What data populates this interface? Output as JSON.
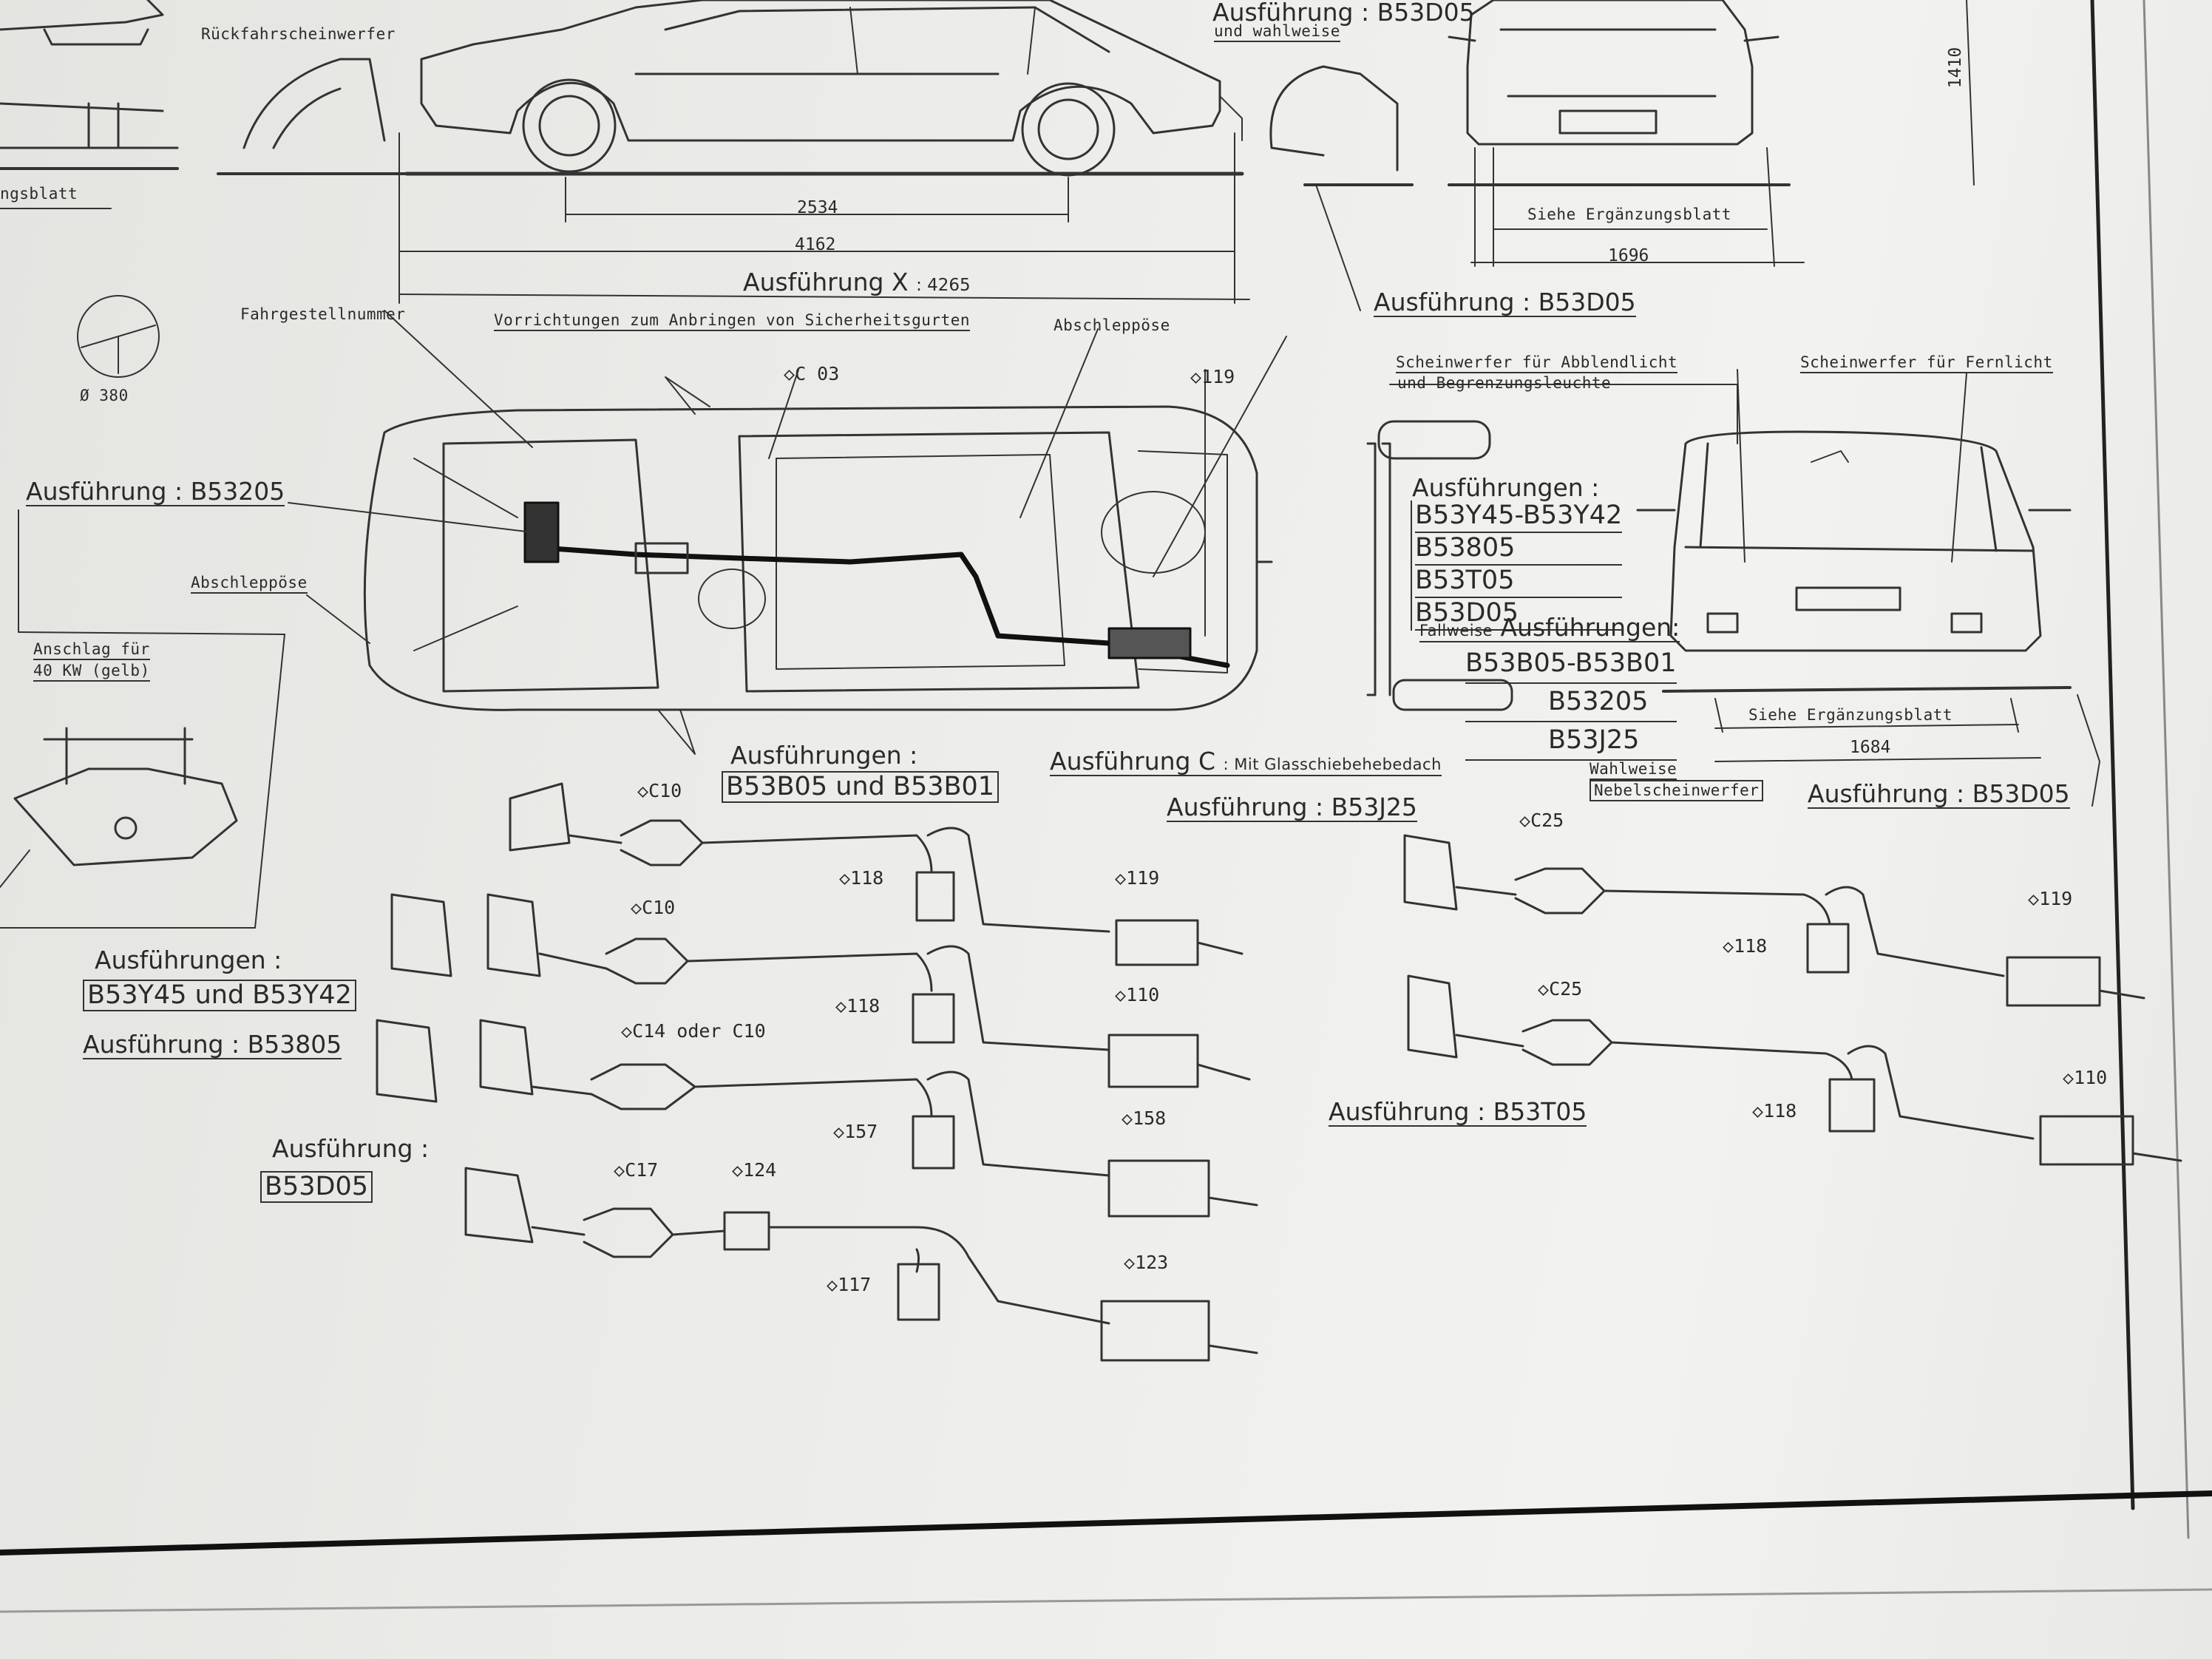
{
  "labels": {
    "rueckfahr": "Rückfahrscheinwerfer",
    "blatt_left": "ngsblatt",
    "top_ausf": "Ausführung",
    "top_sep": ":",
    "top_code": "B53D05",
    "top_wahlweise": "und wahlweise",
    "dim_1410": "1410",
    "dim_2534": "2534",
    "dim_4162": "4162",
    "dim_1696": "1696",
    "siehe_top": "Siehe Ergänzungsblatt",
    "ausf_x": "Ausführung X",
    "ausf_x_val": ": 4265",
    "ausf_b53d05_mid": "Ausführung : B53D05",
    "steering_diam": "Ø 380",
    "fahrgestell": "Fahrgestellnummer",
    "vorrichtungen": "Vorrichtungen zum Anbringen von Sicherheitsgurten",
    "abschleppoese_top": "Abschleppöse",
    "abschleppoese_left": "Abschleppöse",
    "c03": "C 03",
    "n119_top": "119",
    "scheinw_abblend_1": "Scheinwerfer für Abblendlicht",
    "scheinw_abblend_2": "und Begrenzungsleuchte",
    "scheinw_fern": "Scheinwerfer für Fernlicht",
    "ausf_b53205_left": "Ausführung : B53205",
    "anschlag_1": "Anschlag für",
    "anschlag_2": "40 KW (gelb)",
    "ausfuehrungen_hdr": "Ausführungen :",
    "code_list": [
      "B53Y45-B53Y42",
      "B53805",
      "B53T05",
      "B53D05"
    ],
    "fallweise": "Fallweise",
    "fallweise_ausf": "Ausführungen:",
    "code_list2": [
      "B53B05-B53B01",
      "B53205",
      "B53J25"
    ],
    "wahlweise_2": "Wahlweise",
    "nebel": "Nebelscheinwerfer",
    "siehe_right": "Siehe Ergänzungsblatt",
    "dim_1684": "1684",
    "ausf_b53d05_right": "Ausführung : B53D05",
    "ausf_c": "Ausführung C",
    "ausf_c_note": ": Mit Glasschiebehebedach",
    "ausfuehrungen_b05_hdr": "Ausführungen :",
    "ausfuehrungen_b05_val": "B53B05 und B53B01",
    "ausf_j25": "Ausführung : B53J25",
    "ausfuehrungen_y_hdr": "Ausführungen :",
    "ausfuehrungen_y_val": "B53Y45 und B53Y42",
    "ausf_805": "Ausführung : B53805",
    "ausf_d05_hdr": "Ausführung :",
    "ausf_d05_val": "B53D05",
    "ausf_t05": "Ausführung : B53T05"
  },
  "part_numbers": {
    "row1": {
      "cat": "C10",
      "mid": "118",
      "rear": "119"
    },
    "row2": {
      "cat": "C10",
      "mid": "118",
      "rear": "110"
    },
    "row3": {
      "cat": "C14 oder C10",
      "mid": "157",
      "rear": "158"
    },
    "row4": {
      "cat": "C17",
      "pre": "124",
      "mid": "117",
      "rear": "123"
    },
    "j25": {
      "cat": "C25",
      "mid": "118",
      "rear": "119"
    },
    "t05": {
      "cat": "C25",
      "mid": "118",
      "rear": "110"
    }
  }
}
